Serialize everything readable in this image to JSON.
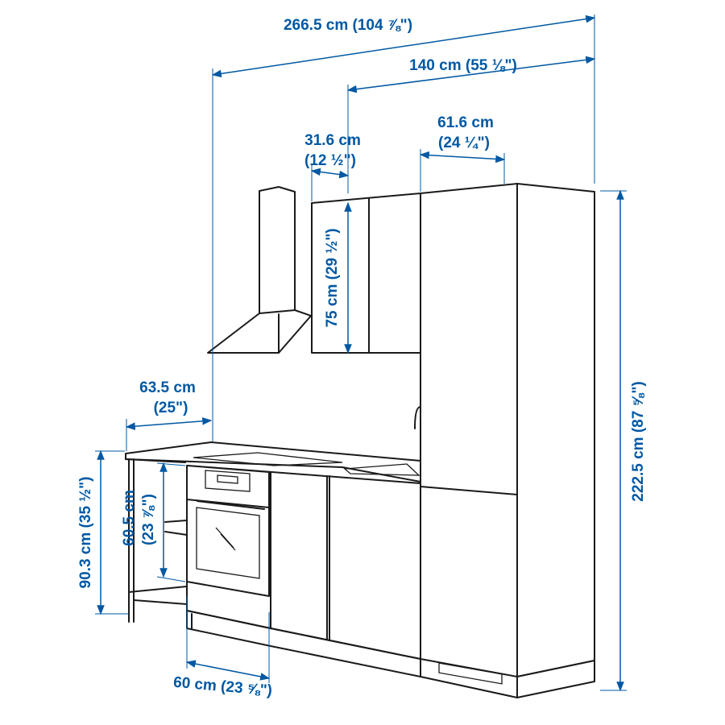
{
  "accent_color": "#0058a3",
  "dimensions": {
    "total_width": {
      "line1": "266.5 cm (104 ⅞\")"
    },
    "right_width": {
      "line1": "140 cm (55 ⅛\")"
    },
    "wall_cabinet_width": {
      "line1": "31.6 cm",
      "line2": "(12 ½\")"
    },
    "tall_cabinet_width": {
      "line1": "61.6 cm",
      "line2": "(24 ¼\")"
    },
    "wall_cabinet_height": {
      "line1": "75 cm (29 ½\")"
    },
    "countertop_depth": {
      "line1": "63.5 cm",
      "line2": "(25\")"
    },
    "counter_height": {
      "line1": "90.3 cm (35 ½\")"
    },
    "oven_opening_height": {
      "line1": "60.5 cm",
      "line2": "(23 ⅞\")"
    },
    "base_cabinet_width": {
      "line1": "60 cm (23 ⅝\")"
    },
    "total_height": {
      "line1": "222.5 cm (87 ⅝\")"
    }
  }
}
